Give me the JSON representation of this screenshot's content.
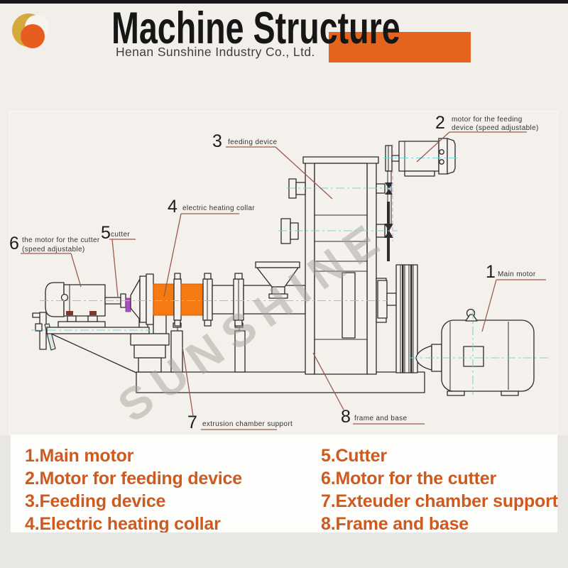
{
  "header": {
    "title": "Machine Structure",
    "subtitle": "Henan Sunshine Industry Co., Ltd.",
    "logo_name": "sunshine-swirl-logo",
    "accent_color": "#e5641d",
    "topbar_color": "#181818"
  },
  "diagram": {
    "watermark": "SUNSHINE",
    "labels": {
      "l1": {
        "num": "1",
        "text": "Main motor"
      },
      "l2": {
        "num": "2",
        "line1": "motor for the feeding",
        "line2": "device (speed adjustable)"
      },
      "l3": {
        "num": "3",
        "text": "feeding device"
      },
      "l4": {
        "num": "4",
        "text": "electric heating collar"
      },
      "l5": {
        "num": "5",
        "text": "cutter"
      },
      "l6": {
        "num": "6",
        "line1": "the motor for the cutter",
        "line2": "(speed adjustable)"
      },
      "l7": {
        "num": "7",
        "text": "extrusion chamber support"
      },
      "l8": {
        "num": "8",
        "text": "frame and base"
      }
    },
    "colors": {
      "heating_collar": "#f57a12",
      "cutter_blade": "#a94fc2",
      "centerline": "#6fd3d9",
      "belt_line": "#e79fd4",
      "leader": "#9c5a4e",
      "outline": "#2b2b2b"
    }
  },
  "legend": {
    "text_color": "#cd5a20",
    "left": [
      "1.Main motor",
      "2.Motor for feeding device",
      "3.Feeding device",
      "4.Electric heating collar"
    ],
    "right": [
      "5.Cutter",
      "6.Motor for the cutter",
      "7.Exteuder chamber support",
      "8.Frame and base"
    ]
  }
}
